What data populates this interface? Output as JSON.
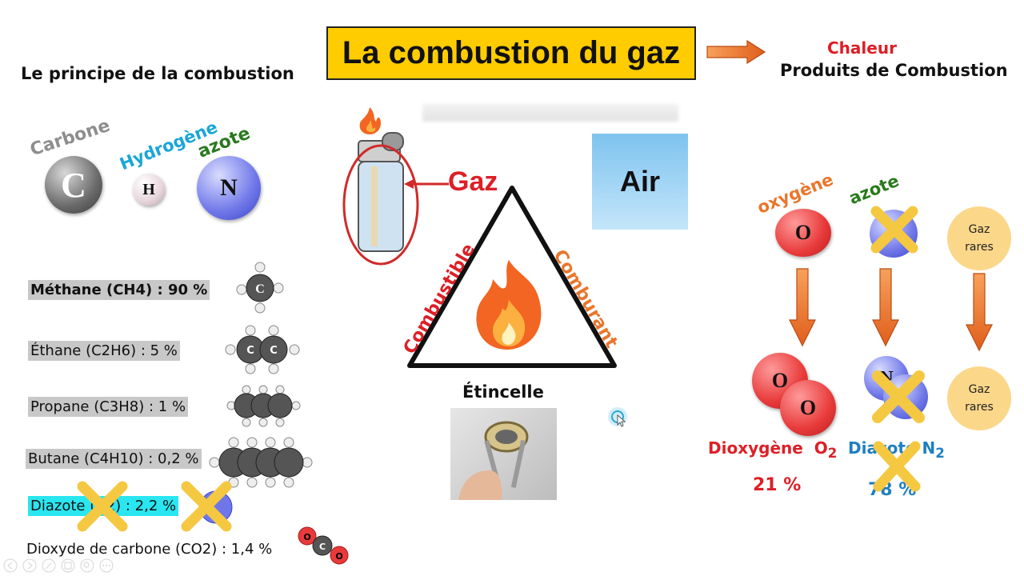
{
  "title": "La combustion du gaz",
  "subtitle": "Le principe de la combustion",
  "outputs": {
    "heat": "Chaleur",
    "products": "Produits de Combustion"
  },
  "elements": [
    {
      "name": "Carbone",
      "symbol": "C",
      "color": "#8e8e8e"
    },
    {
      "name": "Hydrogène",
      "symbol": "H",
      "color": "#1aa6d8"
    },
    {
      "name": "azote",
      "symbol": "N",
      "color": "#2a7a1e"
    }
  ],
  "composition": [
    {
      "label": "Méthane (CH4) : 90 %",
      "molecule": "methane-molecule-icon"
    },
    {
      "label": "Éthane (C2H6) : 5 %",
      "molecule": "ethane-molecule-icon"
    },
    {
      "label": "Propane (C3H8) : 1 %",
      "molecule": "propane-molecule-icon"
    },
    {
      "label": "Butane (C4H10) : 0,2 %",
      "molecule": "butane-molecule-icon"
    },
    {
      "label": "Diazote (N2) : 2,2 %",
      "molecule": "nitrogen-molecule-icon"
    },
    {
      "label": "Dioxyde de carbone (CO2) : 1,4 %",
      "molecule": "co2-molecule-icon"
    }
  ],
  "triangle": {
    "fuel_source": "Gaz",
    "oxidizer_source": "Air",
    "left_side": "Combustible",
    "right_side": "Comburant",
    "bottom": "Étincelle"
  },
  "air_components": {
    "oxygen_label": "oxygène",
    "nitrogen_label": "azote",
    "rare_gases_line1": "Gaz",
    "rare_gases_line2": "rares",
    "oxygen_symbol": "O",
    "nitrogen_symbol": "N",
    "dioxygen_label": "Dioxygène",
    "dioxygen_formula": "O",
    "dioxygen_sub": "2",
    "dinitrogen_label": "Diazote",
    "dinitrogen_formula": "N",
    "dinitrogen_sub": "2",
    "oxygen_pct": "21 %",
    "nitrogen_pct": "78 %"
  },
  "colors": {
    "title_bg": "#ffcc00",
    "heat": "#dd1f26",
    "arrow": "#e9762b",
    "flame": "#f26522",
    "cross": "#f5c842"
  }
}
